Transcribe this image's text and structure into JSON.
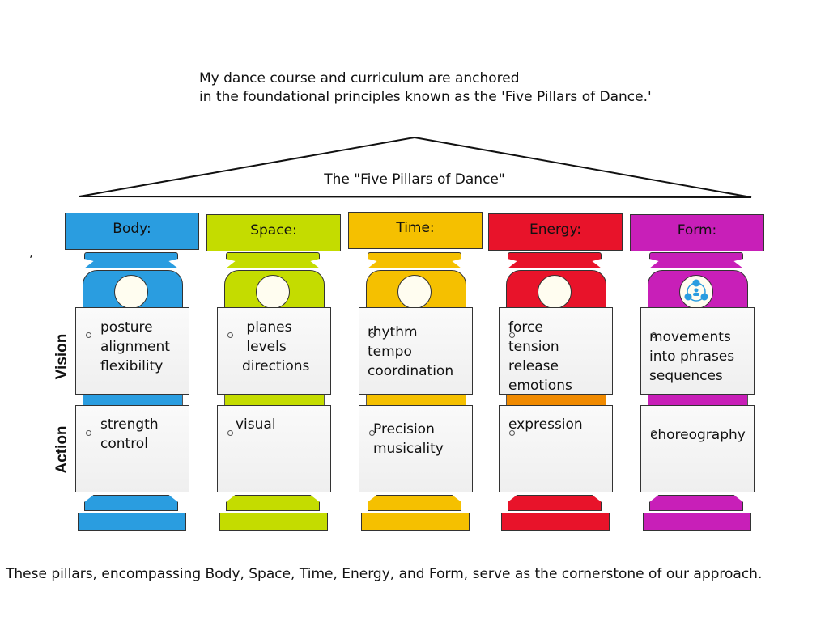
{
  "intro": [
    "My dance course and curriculum are anchored",
    "in the foundational principles known as the 'Five Pillars of Dance.'"
  ],
  "roof_title": "The \"Five Pillars of Dance\"",
  "row_labels": {
    "vision": "Vision",
    "action": "Action"
  },
  "stray_mark": ",",
  "pillars": [
    {
      "name": "Body:",
      "color": "#2a9de0",
      "neck": "#2a9de0",
      "icon": "blank-circle-icon",
      "vision": "posture\nalignment\nflexibility",
      "action": "strength\ncontrol"
    },
    {
      "name": "Space:",
      "color": "#c4dc00",
      "neck": "#c4dc00",
      "icon": "blank-circle-icon",
      "vision": " planes\n levels\ndirections",
      "action": "visual"
    },
    {
      "name": "Time:",
      "color": "#f5c000",
      "neck": "#f5c000",
      "icon": "blank-circle-icon",
      "vision": "rhythm\ntempo\ncoordination",
      "action": "Precision\nmusicality"
    },
    {
      "name": "Energy:",
      "color": "#e8132a",
      "neck": "#f08a00",
      "icon": "blank-circle-icon",
      "vision": "force\ntension\nrelease\nemotions",
      "action": "expression"
    },
    {
      "name": "Form:",
      "color": "#c81fb8",
      "neck": "#c81fb8",
      "icon": "people-network-icon",
      "vision": "movements\ninto phrases\nsequences",
      "action": "choreography"
    }
  ],
  "footer": "These pillars, encompassing Body, Space, Time, Energy, and Form, serve as the cornerstone of our approach."
}
